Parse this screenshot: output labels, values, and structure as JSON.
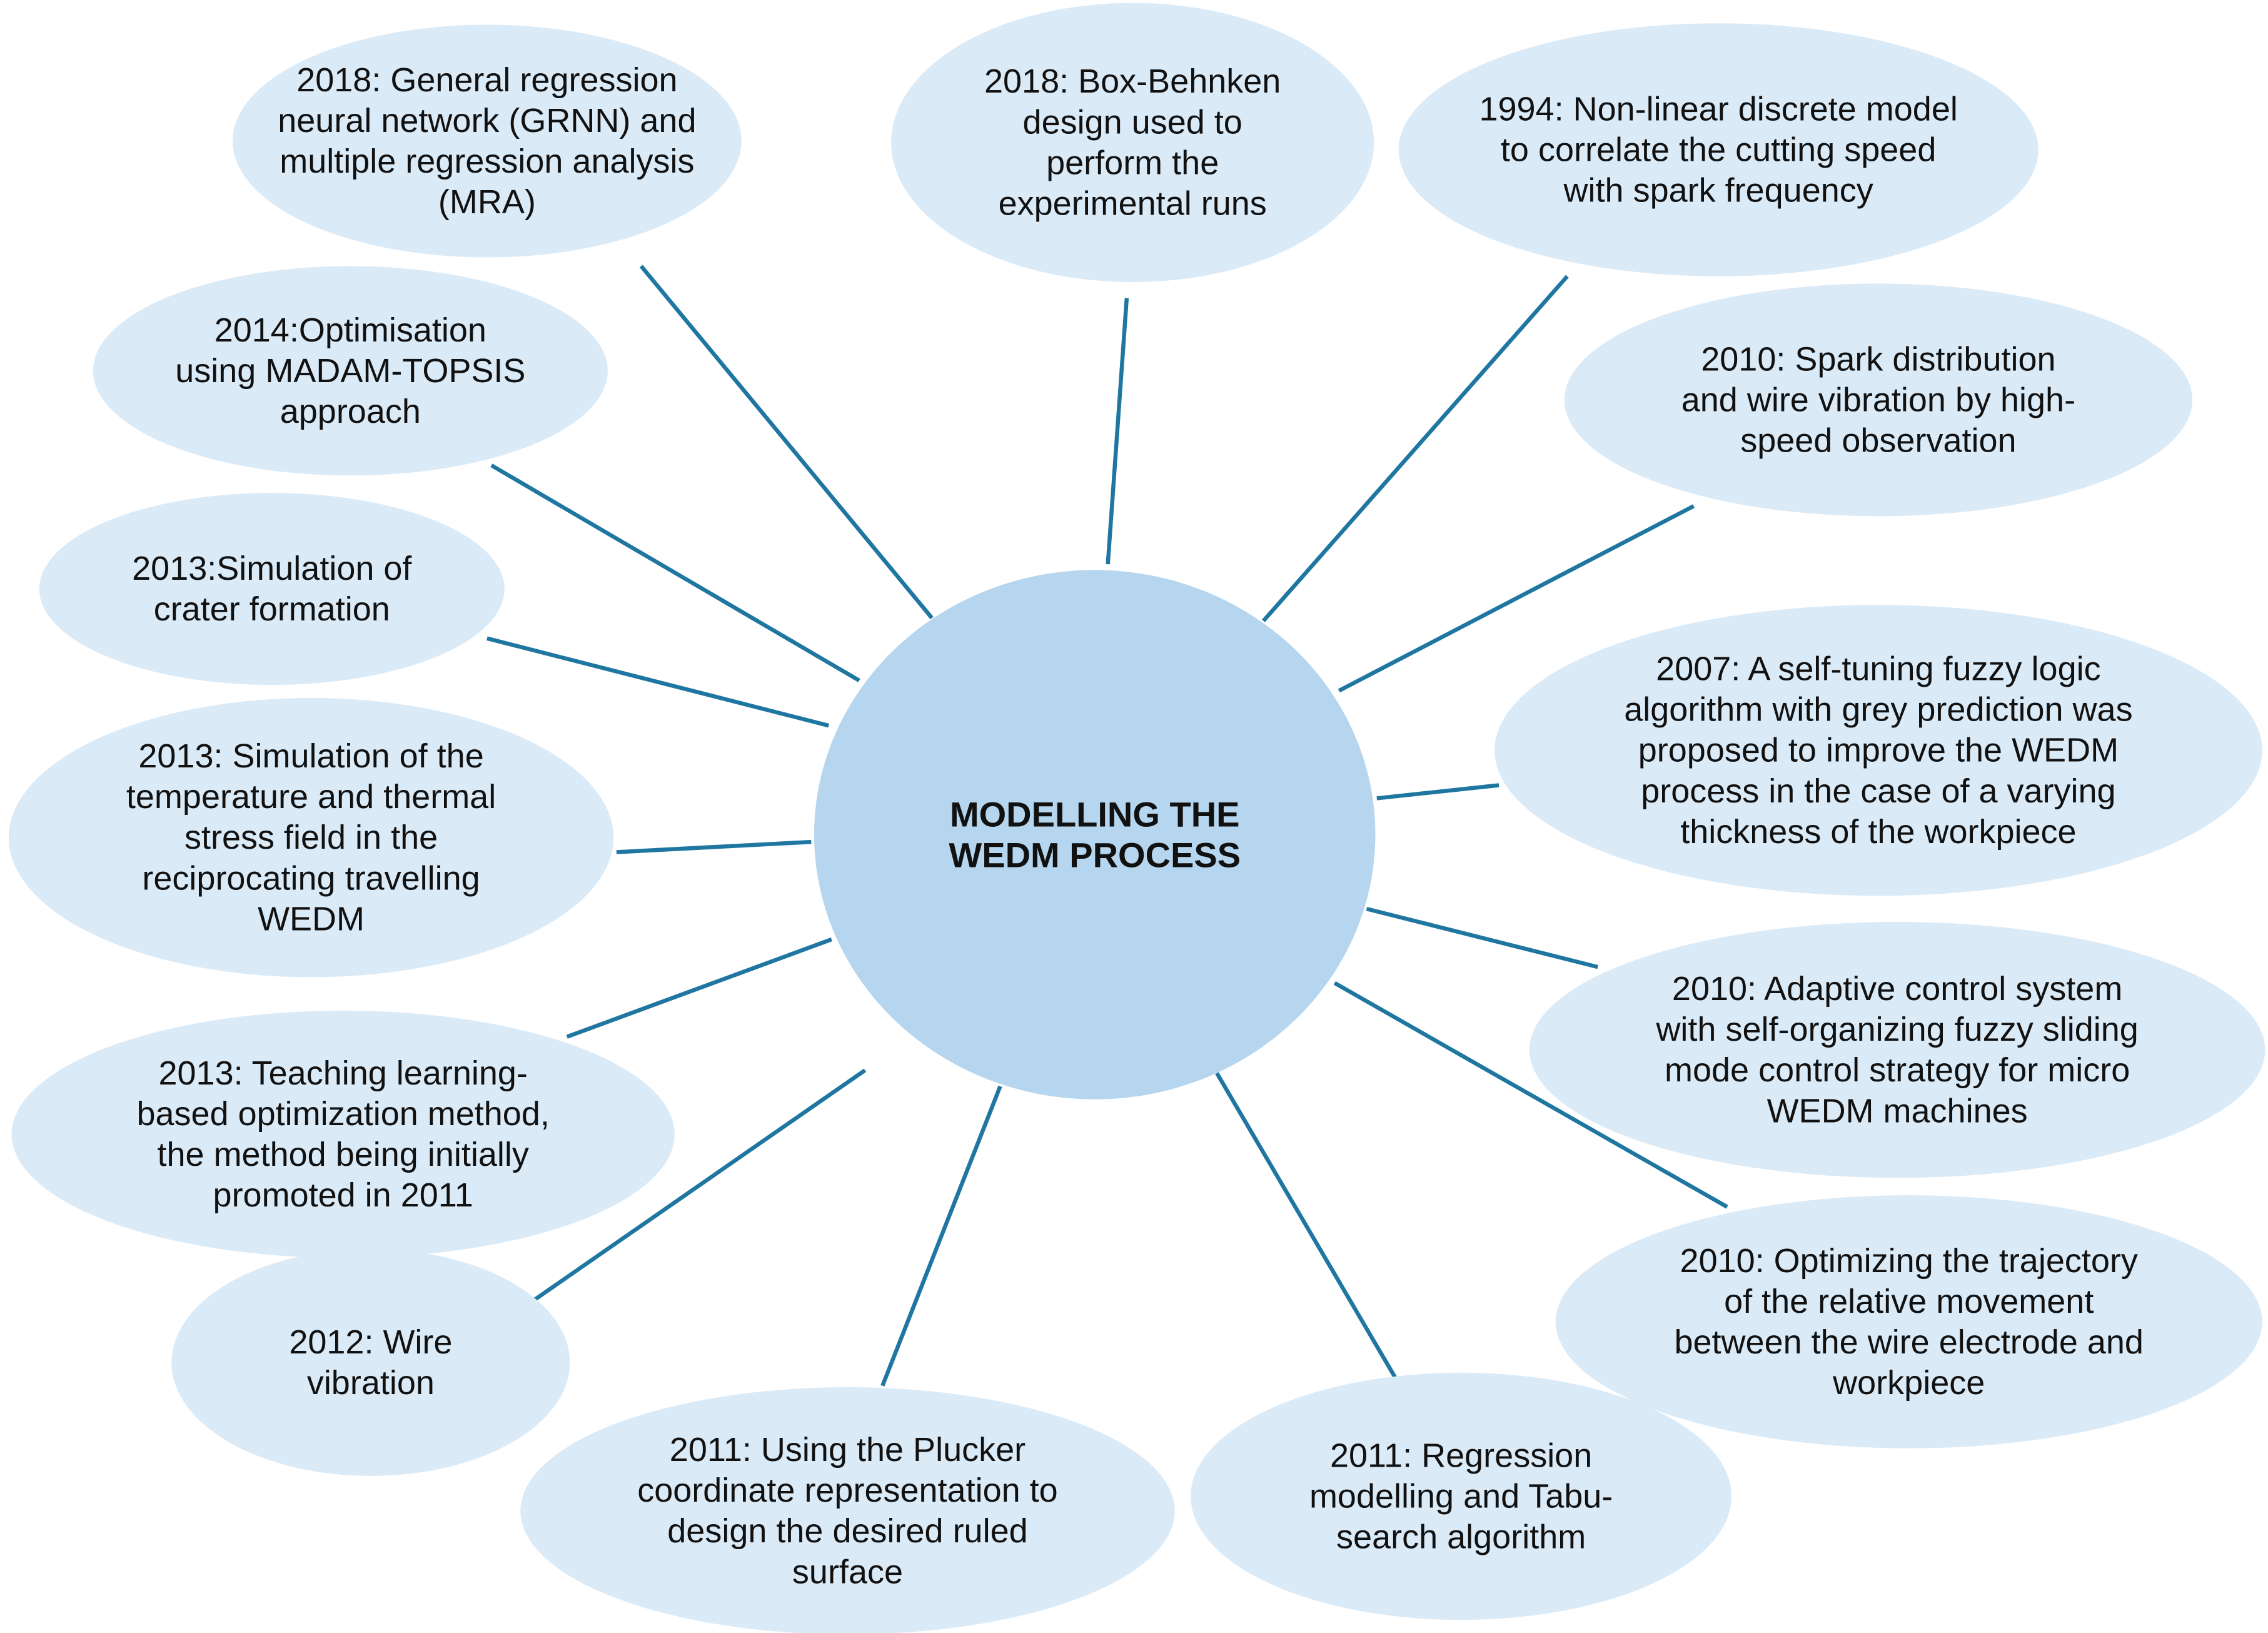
{
  "colors": {
    "node_fill": "#daeaf7",
    "center_fill": "#b5d6ee",
    "connector": "#1f77a1",
    "text": "#111111"
  },
  "center": {
    "lines": [
      "MODELLING THE",
      "WEDM PROCESS"
    ]
  },
  "nodes": [
    {
      "id": "grnn-2018",
      "lines": [
        "2018: General regression",
        "neural network (GRNN) and",
        "multiple regression analysis",
        "(MRA)"
      ]
    },
    {
      "id": "box-behnken-2018",
      "lines": [
        "2018: Box-Behnken",
        "design used to",
        "perform the",
        "experimental runs"
      ]
    },
    {
      "id": "nonlinear-1994",
      "lines": [
        "1994: Non-linear discrete model",
        "to correlate the cutting speed",
        "with spark frequency"
      ]
    },
    {
      "id": "spark-2010",
      "lines": [
        "2010: Spark distribution",
        "and wire vibration by high-",
        "speed observation"
      ]
    },
    {
      "id": "fuzzy-2007",
      "lines": [
        "2007: A self-tuning fuzzy logic",
        "algorithm with grey prediction was",
        "proposed to improve the WEDM",
        "process in the case of a varying",
        "thickness of the workpiece"
      ]
    },
    {
      "id": "adaptive-2010",
      "lines": [
        "2010: Adaptive control system",
        "with self-organizing fuzzy sliding",
        "mode control strategy for micro",
        "WEDM machines"
      ]
    },
    {
      "id": "trajectory-2010",
      "lines": [
        "2010: Optimizing the trajectory",
        "of the relative movement",
        "between the wire electrode and",
        "workpiece"
      ]
    },
    {
      "id": "regression-2011",
      "lines": [
        "2011: Regression",
        "modelling and Tabu-",
        "search algorithm"
      ]
    },
    {
      "id": "plucker-2011",
      "lines": [
        "2011: Using the Plucker",
        "coordinate representation to",
        "design the desired ruled",
        "surface"
      ]
    },
    {
      "id": "wire-2012",
      "lines": [
        "2012: Wire",
        "vibration"
      ]
    },
    {
      "id": "teaching-2013",
      "lines": [
        "2013: Teaching learning-",
        "based optimization method,",
        "the method being initially",
        "promoted in 2011"
      ]
    },
    {
      "id": "thermal-2013",
      "lines": [
        "2013: Simulation of the",
        "temperature and thermal",
        "stress field in the",
        "reciprocating travelling",
        "WEDM"
      ]
    },
    {
      "id": "crater-2013",
      "lines": [
        "2013:Simulation of",
        "crater formation"
      ]
    },
    {
      "id": "madam-2014",
      "lines": [
        "2014:Optimisation",
        "using MADAM-TOPSIS",
        "approach"
      ]
    }
  ]
}
